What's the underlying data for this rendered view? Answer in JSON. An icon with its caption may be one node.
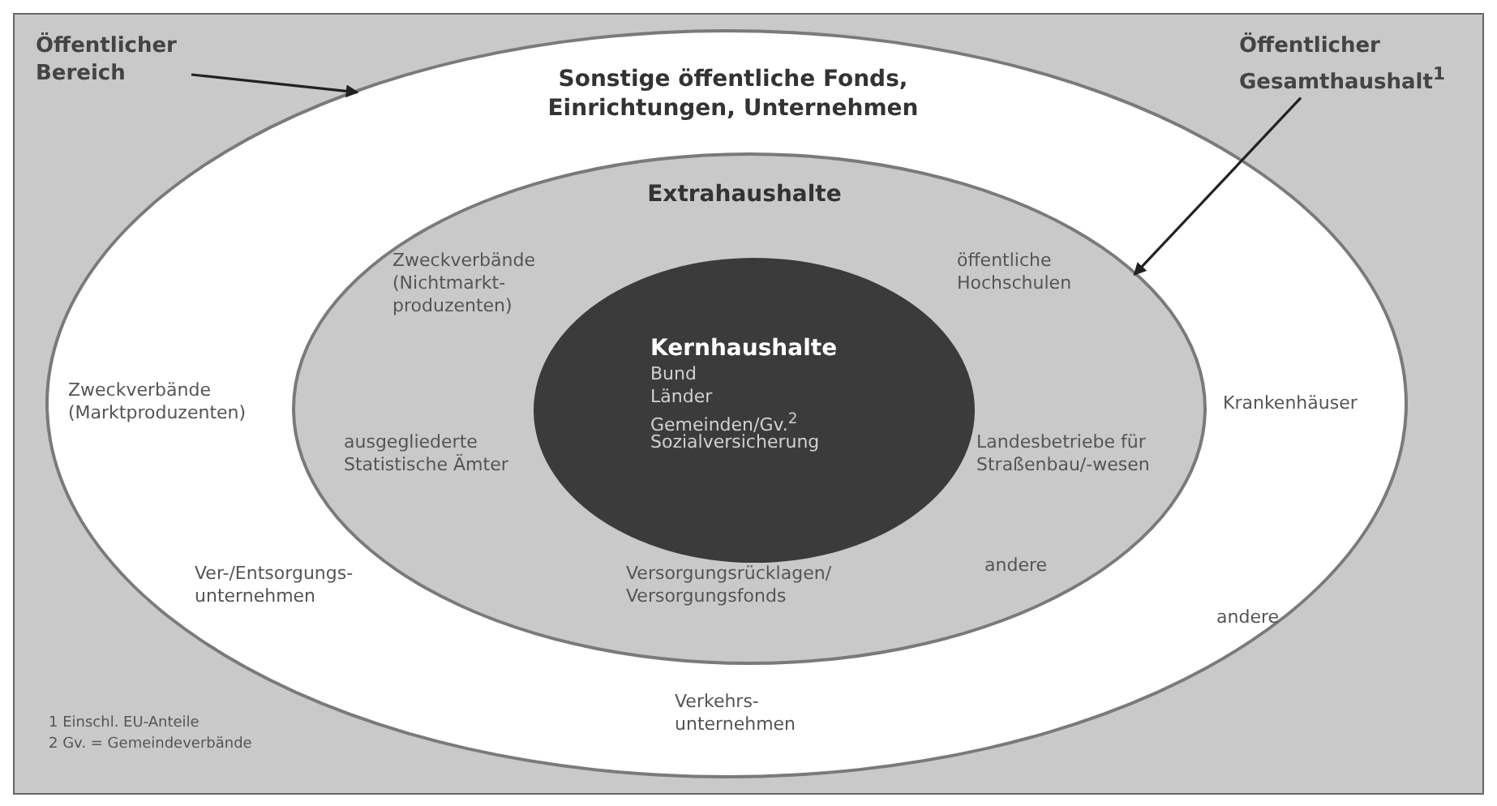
{
  "diagram": {
    "nodes": [
      {
        "text": [
          "Sonstige öffentliche Fonds, Einrichtungen, Unternehmen",
          "Zweckverbände (Marktproduzenten)",
          "Krankenhäuser",
          "Ver-/Entsorgungs- unternehmen",
          "andere",
          "Verkehrs- unternehmen"
        ]
      },
      {
        "text": [
          "Extrahaushalte",
          "Zweckverbände (Nichtmarkt- produzenten)",
          "öffentliche Hochschulen",
          "ausgegliederte Statistische Ämter",
          "Landesbetriebe für Straßenbau/-wesen",
          "Versorgungsrücklagen/ Versorgungsfonds",
          "andere"
        ],
        "in": 0
      },
      {
        "text": [
          "Kernhaushalte",
          "Bund",
          "Länder",
          "Gemeinden/Gv.$^{2}$",
          "Sozialversicherung"
        ],
        "in": 1
      },
      {
        "text": [
          "Öffentlicher Bereich"
        ]
      },
      {
        "text": [
          "Öffentlicher Gesamthaushalt$^{1}$"
        ]
      }
    ],
    "edges": [
      {
        "from": 3,
        "to": 0,
        "arrow": "to"
      },
      {
        "from": 4,
        "to": 1,
        "arrow": "to"
      }
    ],
    "labels": [
      "1 Einschl. EU-Anteile",
      "2 Gv. = Gemeindeverbände"
    ]
  }
}
